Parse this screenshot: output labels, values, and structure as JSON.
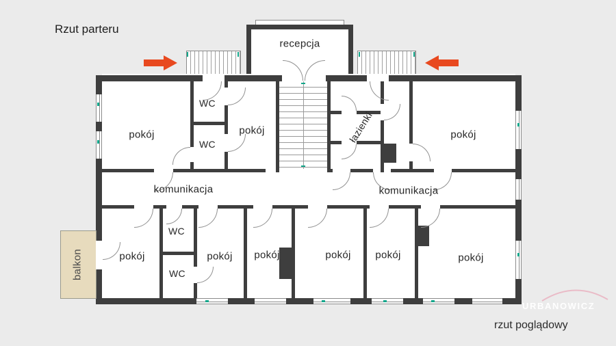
{
  "page": {
    "title": "Rzut parteru",
    "caption": "rzut poglądowy",
    "watermark": "URBANOWICZ"
  },
  "rooms": {
    "recepcja": "recepcja",
    "pokoj_tl": "pokój",
    "wc_t1": "WC",
    "wc_t2": "WC",
    "pokoj_t2": "pokój",
    "lazienki": "łazienki",
    "pokoj_tr": "pokój",
    "komunikacja_l": "komunikacja",
    "komunikacja_r": "komunikacja",
    "pokoj_b1": "pokój",
    "wc_b1": "WC",
    "wc_b2": "WC",
    "pokoj_b2": "pokój",
    "pokoj_b3": "pokój",
    "pokoj_b4": "pokój",
    "pokoj_b5": "pokój",
    "pokoj_b6": "pokój",
    "balkon": "balkon"
  },
  "icons": {
    "entry_arrow_left": "arrow-pointing-right",
    "entry_arrow_right": "arrow-pointing-left"
  },
  "colors": {
    "background": "#ebebeb",
    "wall": "#3e3e3e",
    "floor": "#ffffff",
    "arrow": "#e8491f",
    "balcony_fill": "#e7dbbd",
    "window_tick": "#12a78b",
    "watermark_swoosh": "#eab0bf"
  }
}
